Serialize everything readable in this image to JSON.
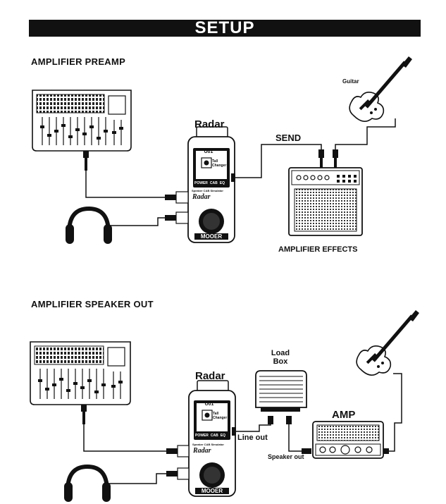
{
  "page": {
    "title": "SETUP"
  },
  "sections": {
    "preamp": {
      "title": "AMPLIFIER PREAMP",
      "pedal_label": "Radar",
      "send_label": "SEND",
      "guitar_label": "Guitar",
      "amp_label": "AMPLIFIER EFFECTS"
    },
    "speaker_out": {
      "title": "AMPLIFIER SPEAKER OUT",
      "pedal_label": "Radar",
      "loadbox_label_line1": "Load",
      "loadbox_label_line2": "Box",
      "amp_label": "AMP",
      "line_out_label": "Line out",
      "speaker_out_label": "Speaker out"
    }
  },
  "pedal": {
    "screen_preset": "U01",
    "screen_text_line1": "Tall",
    "screen_text_line2": "Changer",
    "buttons": [
      "POWER",
      "CAB",
      "EQ"
    ],
    "subtitle": "Speaker CAB Simulator",
    "brand_script": "Radar",
    "logo": "MOOER"
  }
}
